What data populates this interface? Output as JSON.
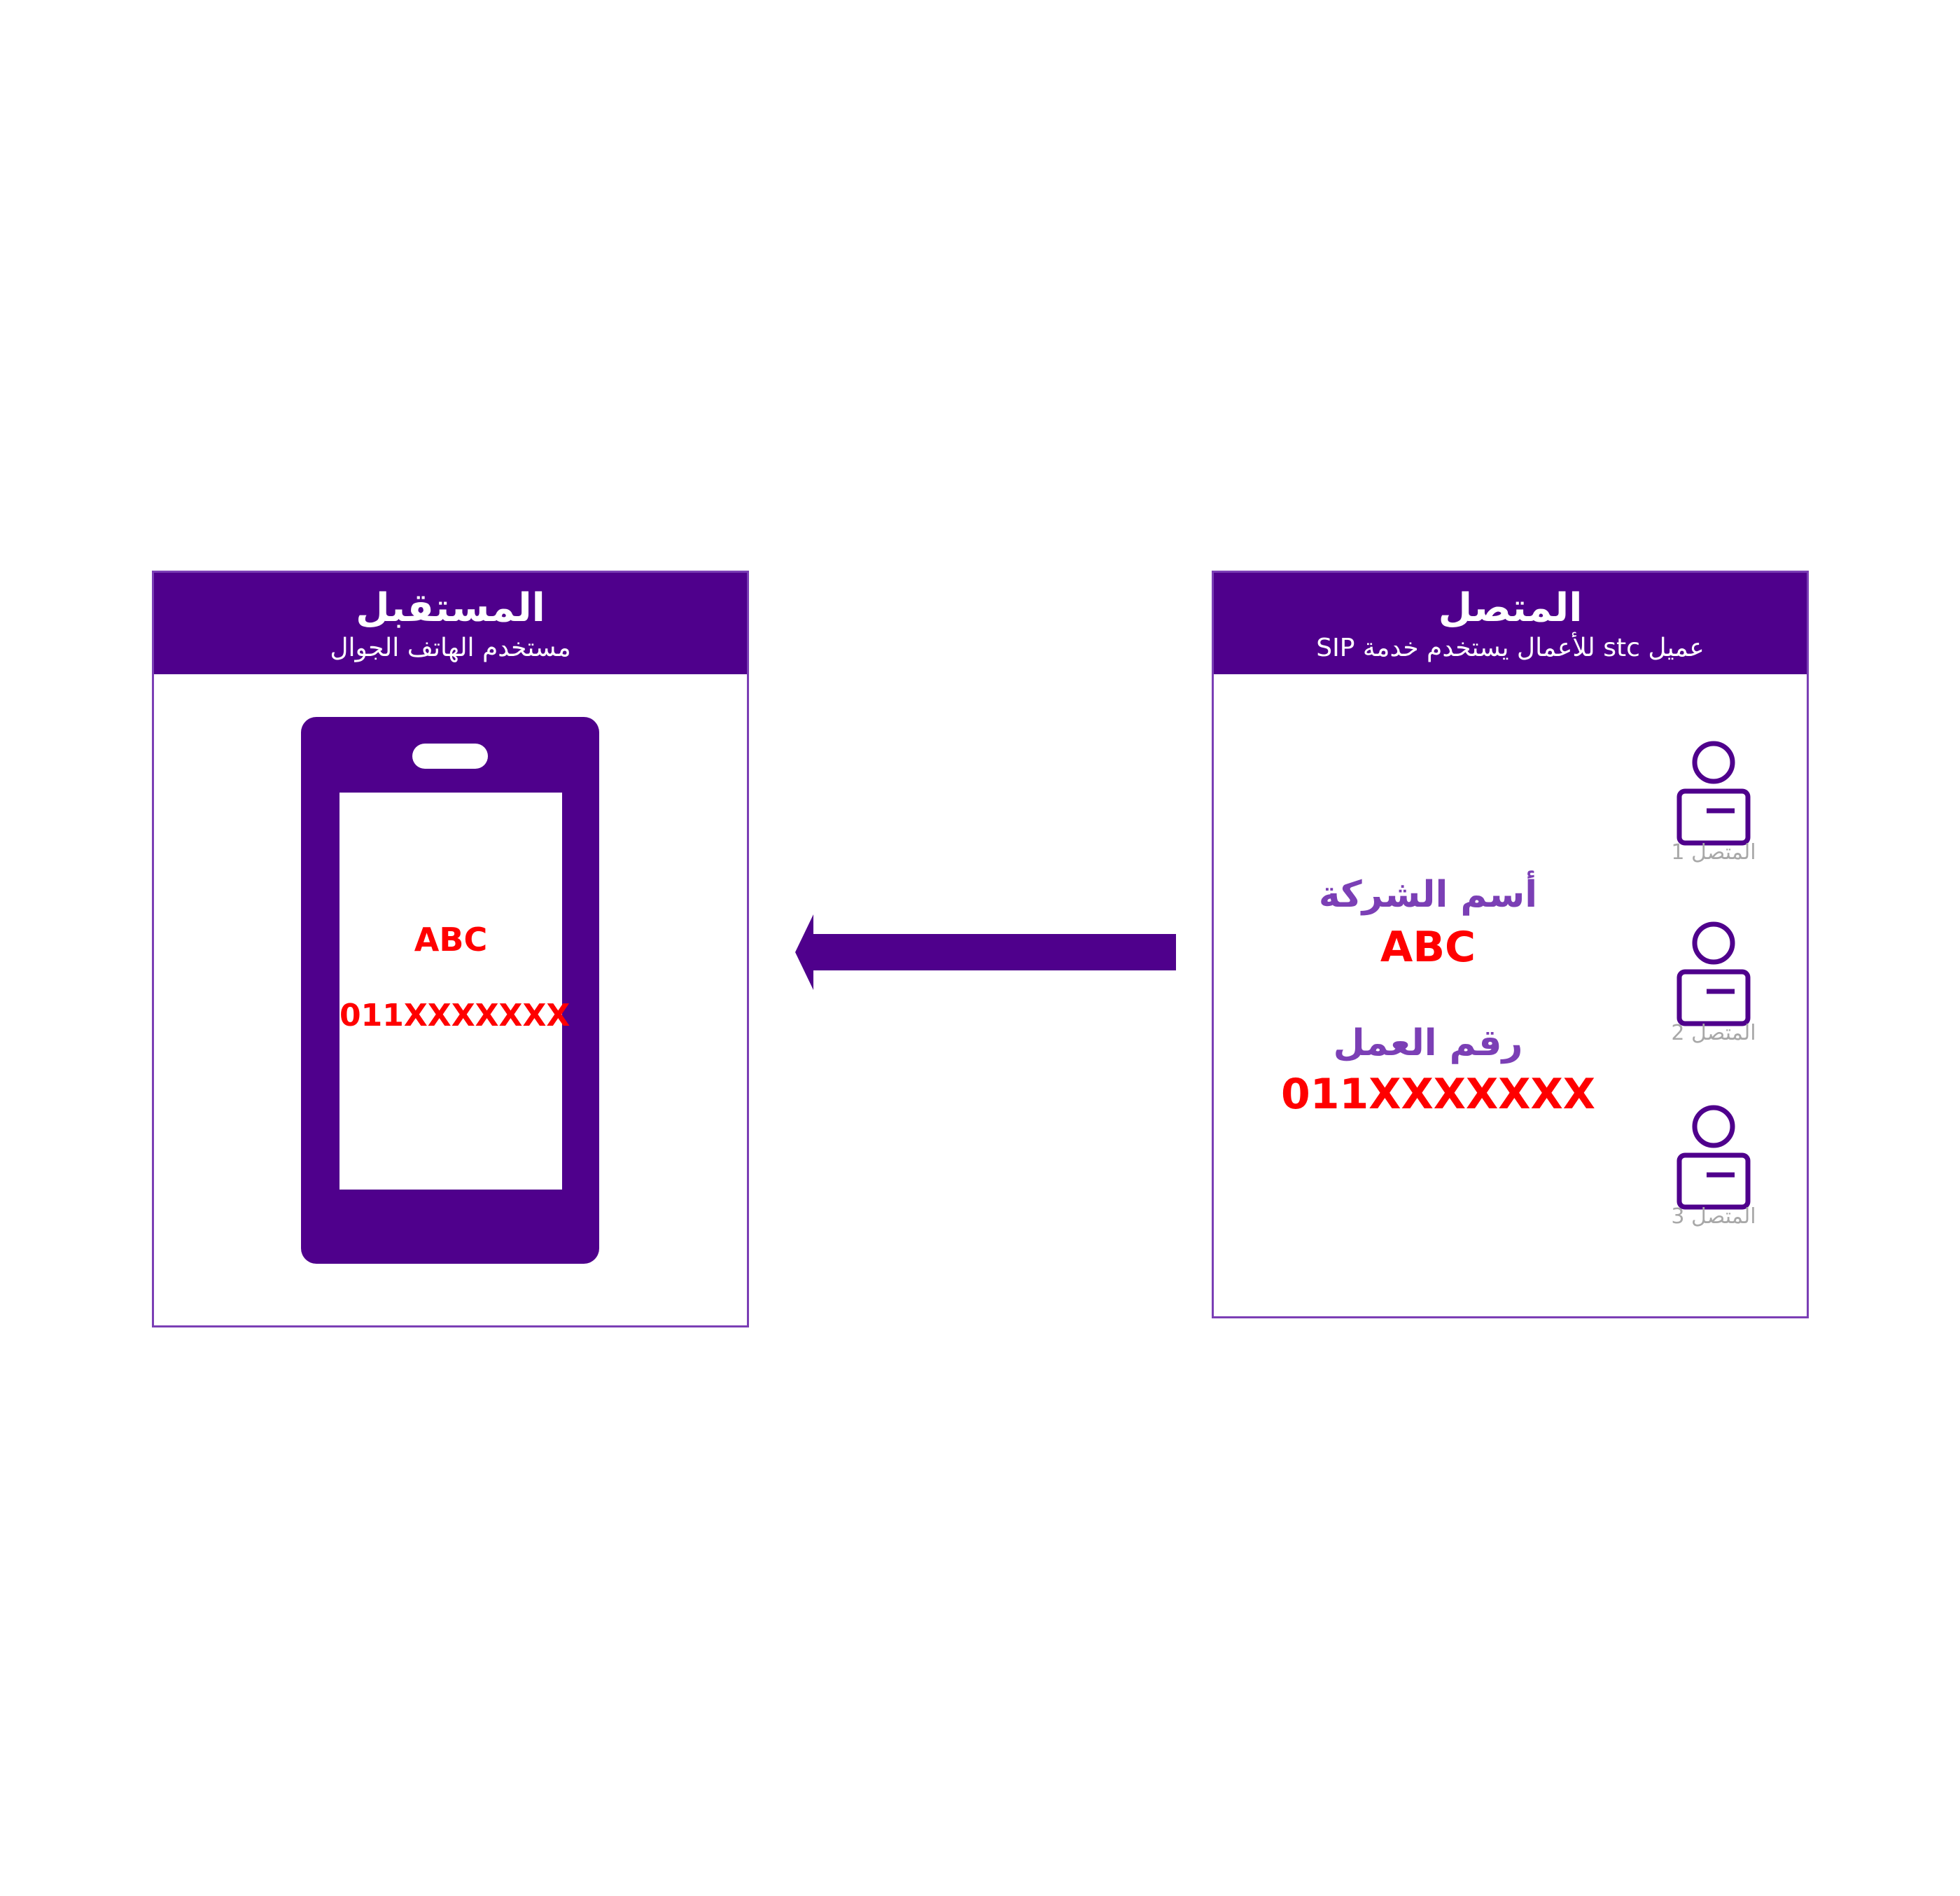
{
  "receiver": {
    "title": "المستقبل",
    "subtitle": "مستخدم الهاتف الجوال",
    "phone": {
      "screen_name": "ABC",
      "screen_number": "011XXXXXXX"
    }
  },
  "caller": {
    "title": "المتصل",
    "subtitle": "عميل stc للأعمال يستخدم خدمة SIP",
    "company_label": "أسم الشركة",
    "company_value": "ABC",
    "work_number_label": "رقم العمل",
    "work_number_value": "011XXXXXXX",
    "users": [
      {
        "label": "المتصل 1",
        "icon": "user-icon"
      },
      {
        "label": "المتصل 2",
        "icon": "user-icon"
      },
      {
        "label": "المتصل 3",
        "icon": "user-icon"
      }
    ]
  },
  "colors": {
    "purple": "#4f008c",
    "light_purple": "#7b3fb5",
    "red": "#ff0000",
    "gray": "#a8a8a8"
  },
  "arrow": {
    "direction": "right-to-left",
    "icon": "arrow-left-icon"
  }
}
